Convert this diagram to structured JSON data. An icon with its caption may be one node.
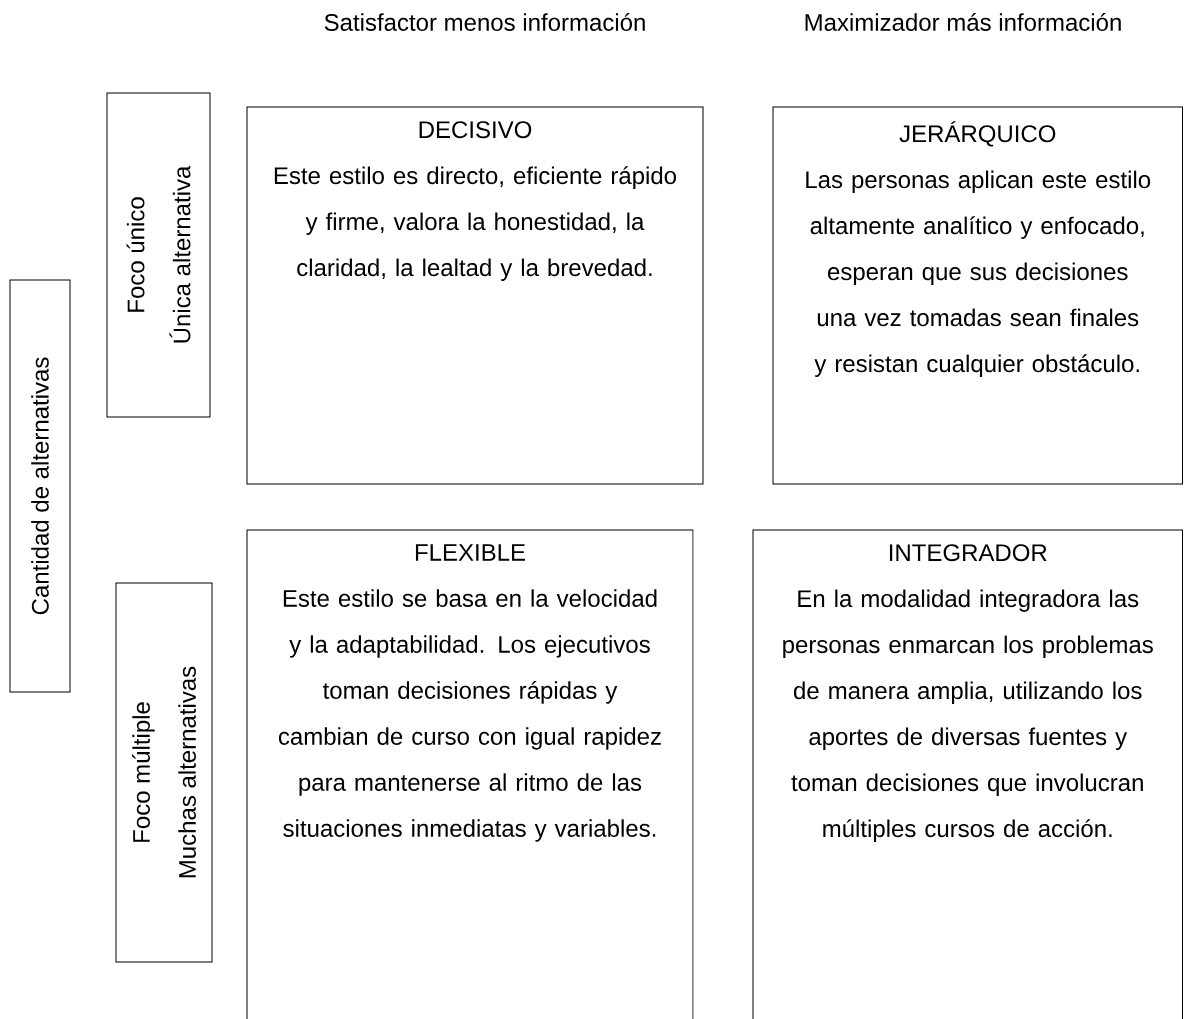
{
  "diagram": {
    "nodes": [
      {
        "text": [
          "Cantidad de alternativas"
        ]
      },
      {
        "text": [
          "Foco único",
          "Única alternativa"
        ]
      },
      {
        "text": [
          "Foco múltiple",
          "Muchas alternativas"
        ]
      },
      {
        "text": [
          "DECISIVO",
          "Este estilo es directo, eficiente rápido y firme, valora la honestidad, la claridad, la lealtad y la brevedad."
        ]
      },
      {
        "text": [
          "JERÁRQUICO",
          "Las personas aplican este estilo altamente analítico y enfocado, esperan que sus decisiones una vez tomadas sean finales y resistan cualquier obstáculo."
        ]
      },
      {
        "text": [
          "FLEXIBLE",
          "Este estilo se basa en la velocidad y la adaptabilidad. Los ejecutivos toman decisiones rápidas y cambian de curso con igual rapidez para mantenerse al ritmo de las situaciones inmediatas y variables."
        ]
      },
      {
        "text": [
          "INTEGRADOR",
          "En la modalidad integradora las personas enmarcan los problemas de manera amplia, utilizando los aportes de diversas fuentes y toman decisiones que involucran múltiples cursos de acción."
        ]
      }
    ],
    "labels": [
      "Satisfactor menos información",
      "Maximizador más información"
    ]
  }
}
